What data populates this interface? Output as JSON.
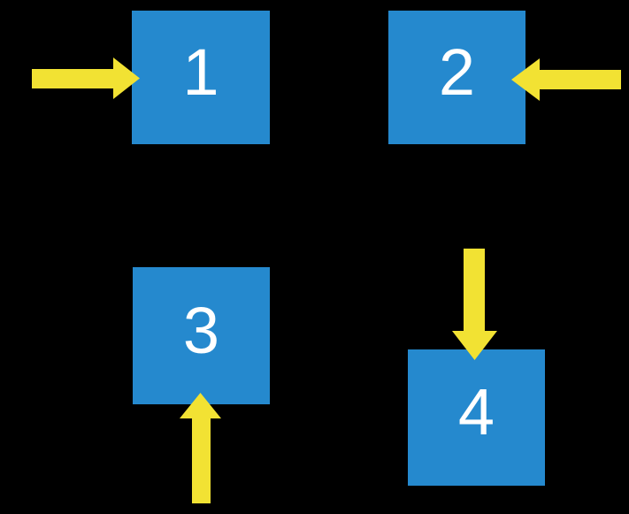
{
  "diagram": {
    "description": "Four numbered blue squares on a black background, each indicated by a thick yellow arrow pointing into it from a different side",
    "boxes": [
      {
        "label": "1",
        "arrow_direction": "right",
        "arrow_position": "left-of-box"
      },
      {
        "label": "2",
        "arrow_direction": "left",
        "arrow_position": "right-of-box"
      },
      {
        "label": "3",
        "arrow_direction": "up",
        "arrow_position": "below-box"
      },
      {
        "label": "4",
        "arrow_direction": "down",
        "arrow_position": "above-box"
      }
    ]
  },
  "colors": {
    "background": "#000000",
    "box": "#2589CE",
    "label": "#FFFFFF",
    "arrow": "#F2E233"
  }
}
